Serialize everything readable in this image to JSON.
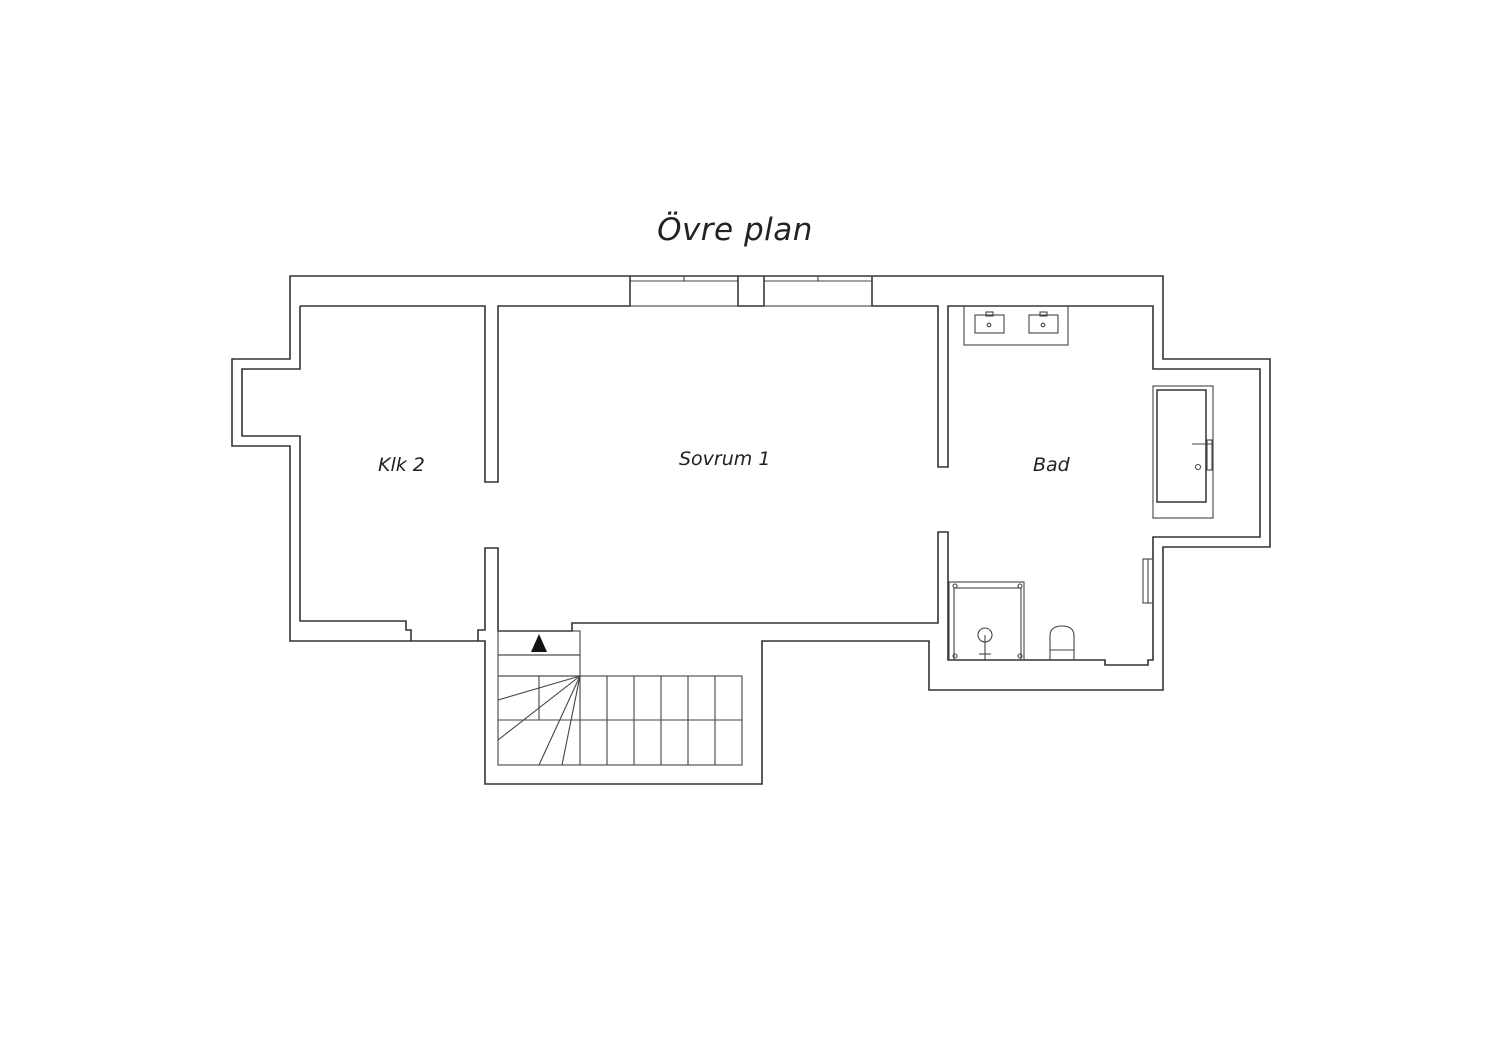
{
  "title": "Övre plan",
  "rooms": {
    "klk2": "Klk 2",
    "sovrum1": "Sovrum 1",
    "bad": "Bad"
  },
  "colors": {
    "lines": "#333333",
    "background": "#ffffff"
  }
}
